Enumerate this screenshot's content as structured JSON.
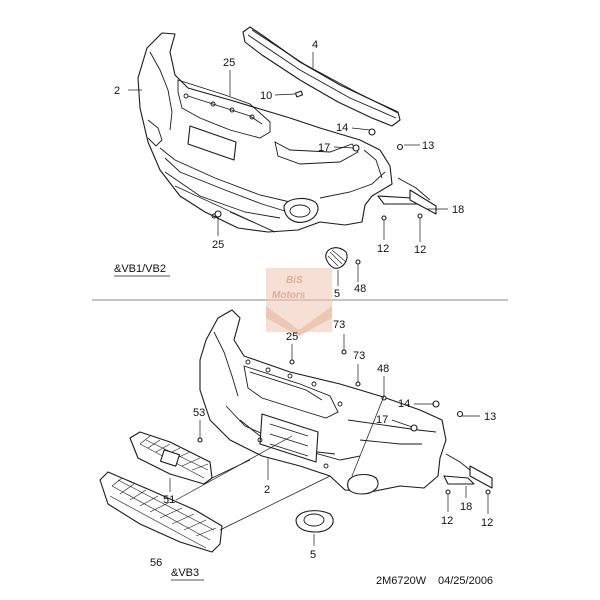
{
  "sections": {
    "top": {
      "variant_label": "&VB1/VB2",
      "callouts": {
        "p4": "4",
        "p2": "2",
        "p25a": "25",
        "p10": "10",
        "p14": "14",
        "p17": "17",
        "p13": "13",
        "p18": "18",
        "p12a": "12",
        "p12b": "12",
        "p25b": "25",
        "p5": "5",
        "p48": "48"
      }
    },
    "bottom": {
      "variant_label": "&VB3",
      "callouts": {
        "p25": "25",
        "p73a": "73",
        "p73b": "73",
        "p48": "48",
        "p53": "53",
        "p14": "14",
        "p17": "17",
        "p13": "13",
        "p51": "51",
        "p2": "2",
        "p12a": "12",
        "p18": "18",
        "p12b": "12",
        "p56": "56",
        "p5": "5"
      }
    }
  },
  "watermark": {
    "brand_line1": "BiS",
    "brand_line2": "Motors",
    "color": "#e8a888"
  },
  "footer": {
    "drawing_code": "2M6720W",
    "date": "04/25/2006"
  },
  "colors": {
    "line": "#1a1a1a",
    "background": "#ffffff",
    "divider": "#888888"
  }
}
